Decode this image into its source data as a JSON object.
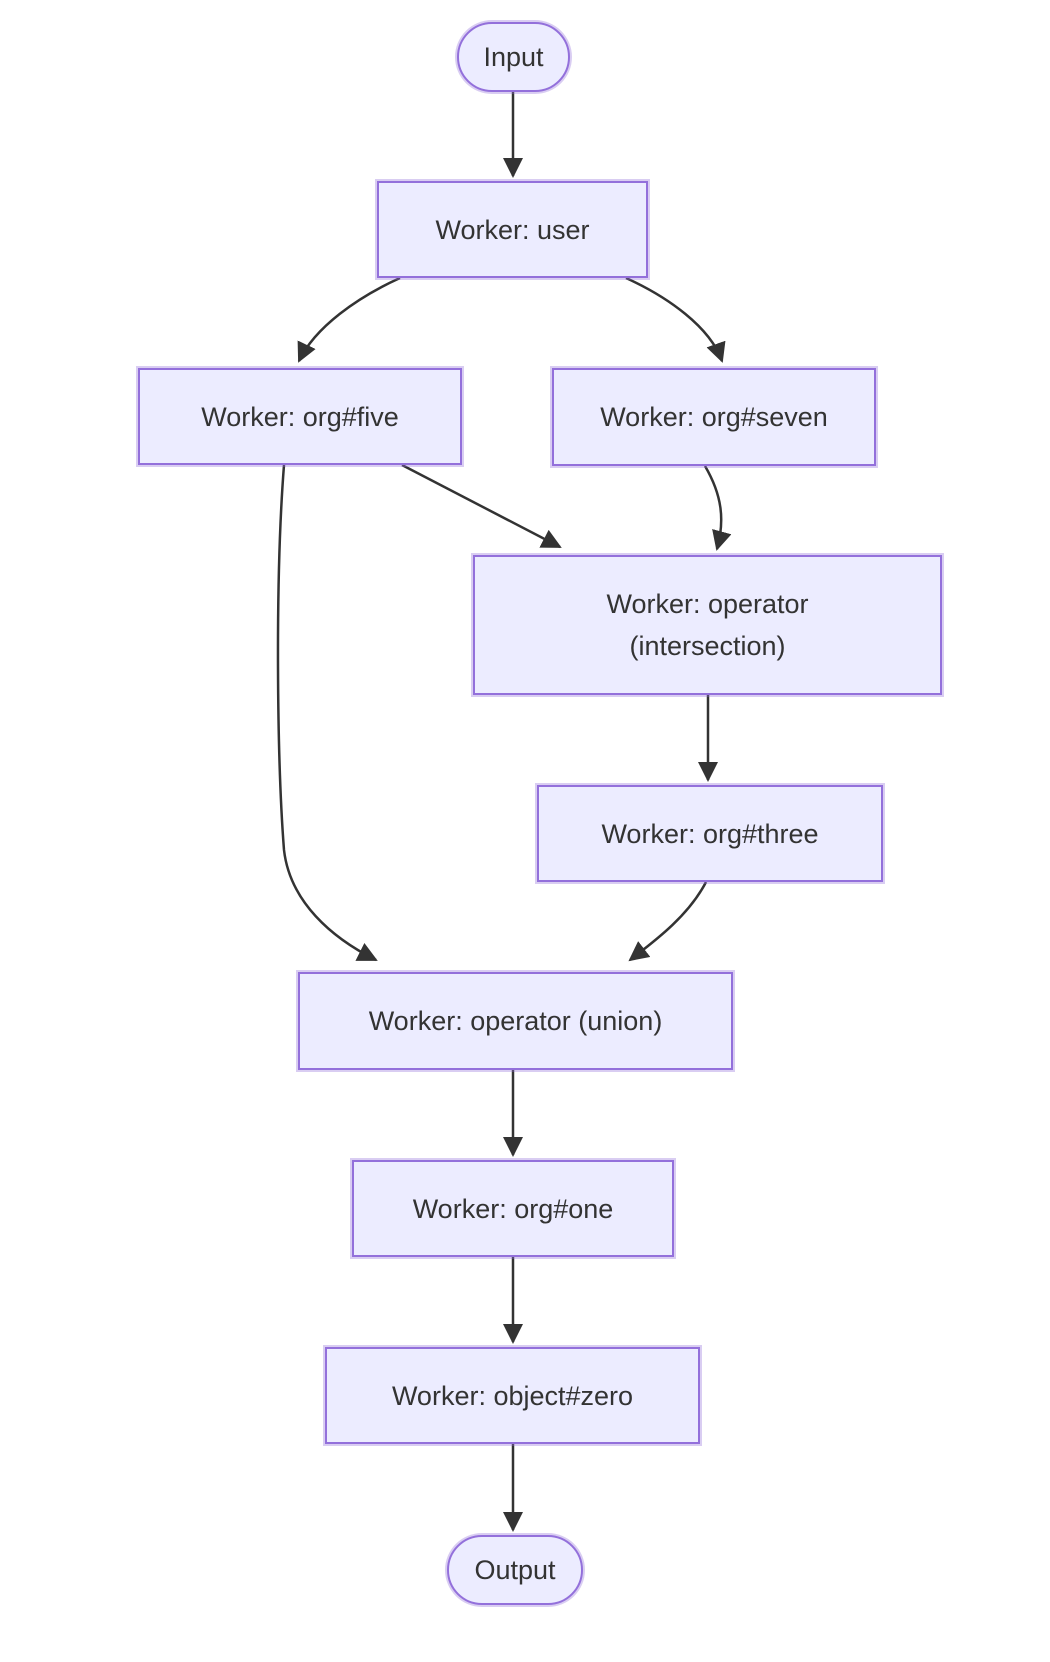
{
  "diagram": {
    "type": "flowchart",
    "direction": "top-down",
    "colors": {
      "node_fill": "#ECECFF",
      "node_border": "#9370DB",
      "text": "#333333",
      "edge": "#333333",
      "background": "#FFFFFF"
    },
    "nodes": [
      {
        "id": "input",
        "label": "Input",
        "shape": "stadium"
      },
      {
        "id": "user",
        "label": "Worker: user",
        "shape": "rect"
      },
      {
        "id": "org_five",
        "label": "Worker: org#five",
        "shape": "rect"
      },
      {
        "id": "org_seven",
        "label": "Worker: org#seven",
        "shape": "rect"
      },
      {
        "id": "operator_intersection",
        "label": "Worker: operator (intersection)",
        "shape": "rect"
      },
      {
        "id": "org_three",
        "label": "Worker: org#three",
        "shape": "rect"
      },
      {
        "id": "operator_union",
        "label": "Worker: operator (union)",
        "shape": "rect"
      },
      {
        "id": "org_one",
        "label": "Worker: org#one",
        "shape": "rect"
      },
      {
        "id": "object_zero",
        "label": "Worker: object#zero",
        "shape": "rect"
      },
      {
        "id": "output",
        "label": "Output",
        "shape": "stadium"
      }
    ],
    "edges": [
      {
        "from": "input",
        "to": "user"
      },
      {
        "from": "user",
        "to": "org_five"
      },
      {
        "from": "user",
        "to": "org_seven"
      },
      {
        "from": "org_five",
        "to": "operator_intersection"
      },
      {
        "from": "org_seven",
        "to": "operator_intersection"
      },
      {
        "from": "operator_intersection",
        "to": "org_three"
      },
      {
        "from": "org_five",
        "to": "operator_union"
      },
      {
        "from": "org_three",
        "to": "operator_union"
      },
      {
        "from": "operator_union",
        "to": "org_one"
      },
      {
        "from": "org_one",
        "to": "object_zero"
      },
      {
        "from": "object_zero",
        "to": "output"
      }
    ]
  }
}
